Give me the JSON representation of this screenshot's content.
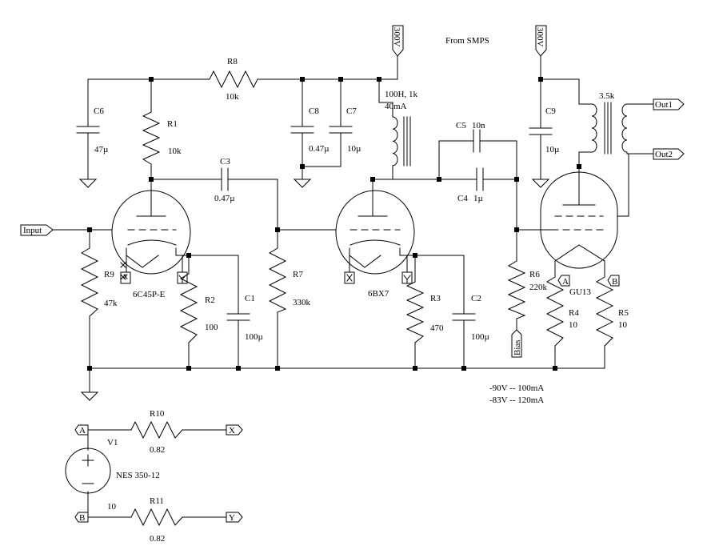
{
  "labels": {
    "from_smps": "From SMPS",
    "hv1": "300V",
    "hv2": "300V",
    "input": "Input",
    "out1": "Out1",
    "out2": "Out2",
    "bias": "Bias",
    "pin_a": "A",
    "pin_b": "B",
    "pin_x": "X",
    "pin_y": "Y"
  },
  "components": {
    "r8": {
      "ref": "R8",
      "value": "10k"
    },
    "r1": {
      "ref": "R1",
      "value": "10k"
    },
    "r2": {
      "ref": "R2",
      "value": "100"
    },
    "r3": {
      "ref": "R3",
      "value": "470"
    },
    "r4": {
      "ref": "R4",
      "value": "10"
    },
    "r5": {
      "ref": "R5",
      "value": "10"
    },
    "r6": {
      "ref": "R6",
      "value": "220k"
    },
    "r7": {
      "ref": "R7",
      "value": "330k"
    },
    "r9": {
      "ref": "R9",
      "value": "47k"
    },
    "r10": {
      "ref": "R10",
      "value": "0.82"
    },
    "r11": {
      "ref": "R11",
      "value": "0.82"
    },
    "c1": {
      "ref": "C1",
      "value": "100µ"
    },
    "c2": {
      "ref": "C2",
      "value": "100µ"
    },
    "c3": {
      "ref": "C3",
      "value": "0.47µ"
    },
    "c4": {
      "ref": "C4",
      "value": "1µ"
    },
    "c5": {
      "ref": "C5",
      "value": "10n"
    },
    "c6": {
      "ref": "C6",
      "value": "47µ"
    },
    "c7": {
      "ref": "C7",
      "value": "10µ"
    },
    "c8": {
      "ref": "C8",
      "value": "0.47µ"
    },
    "c9": {
      "ref": "C9",
      "value": "10µ"
    },
    "choke": {
      "value": "100H, 1k",
      "current": "40mA"
    },
    "transformer": {
      "value": "3.5k"
    },
    "tube1": {
      "type": "6C45P-E"
    },
    "tube2": {
      "type": "6BX7"
    },
    "tube3": {
      "type": "GU13"
    },
    "v1": {
      "ref": "V1",
      "type": "NES 350-12",
      "value": "10"
    }
  },
  "notes": {
    "bias1": "-90V -- 100mA",
    "bias2": "-83V -- 120mA"
  }
}
